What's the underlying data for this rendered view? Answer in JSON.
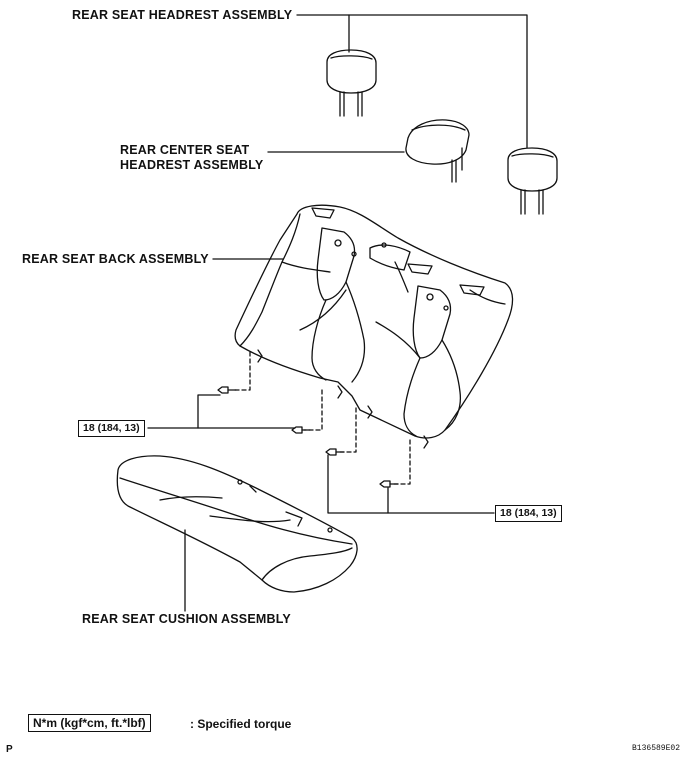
{
  "labels": {
    "rear_headrest": "REAR SEAT HEADREST ASSEMBLY",
    "center_headrest_line1": "REAR CENTER SEAT",
    "center_headrest_line2": "HEADREST ASSEMBLY",
    "seat_back": "REAR SEAT BACK ASSEMBLY",
    "seat_cushion": "REAR SEAT CUSHION ASSEMBLY"
  },
  "torque_specs": {
    "left": "18 (184, 13)",
    "right": "18 (184, 13)"
  },
  "legend": {
    "box": "N*m (kgf*cm, ft.*lbf)",
    "text": ": Specified torque"
  },
  "footer": {
    "corner_letter": "P",
    "figure_code": "B136589E02"
  }
}
